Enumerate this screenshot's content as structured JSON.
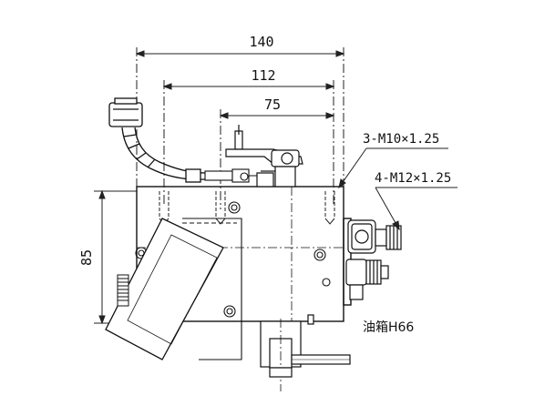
{
  "dimensions": {
    "overall_width": "140",
    "width_112": "112",
    "width_75": "75",
    "height_85": "85"
  },
  "annotations": {
    "thread_m10": "3-M10×1.25",
    "thread_m12": "4-M12×1.25",
    "tank_label": "油箱H66"
  }
}
